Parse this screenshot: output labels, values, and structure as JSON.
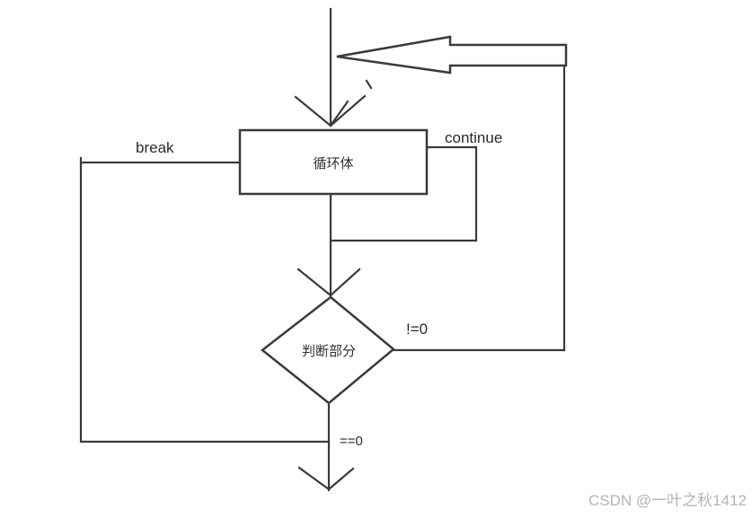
{
  "diagram": {
    "type": "flowchart",
    "description": "hand-drawn loop control-flow diagram",
    "nodes": [
      {
        "id": "loop-body",
        "shape": "rectangle",
        "label": "循环体"
      },
      {
        "id": "condition",
        "shape": "diamond",
        "label": "判断部分"
      }
    ],
    "edge_labels": {
      "break": "break",
      "continue": "continue",
      "loop_back_condition": "!=0",
      "exit_condition": "==0"
    },
    "colors": {
      "line": "#3a3a3a",
      "text": "#2b2b2b",
      "watermark": "#b4b4b4",
      "background": "#ffffff"
    }
  },
  "watermark": {
    "text": "CSDN @一叶之秋1412"
  }
}
